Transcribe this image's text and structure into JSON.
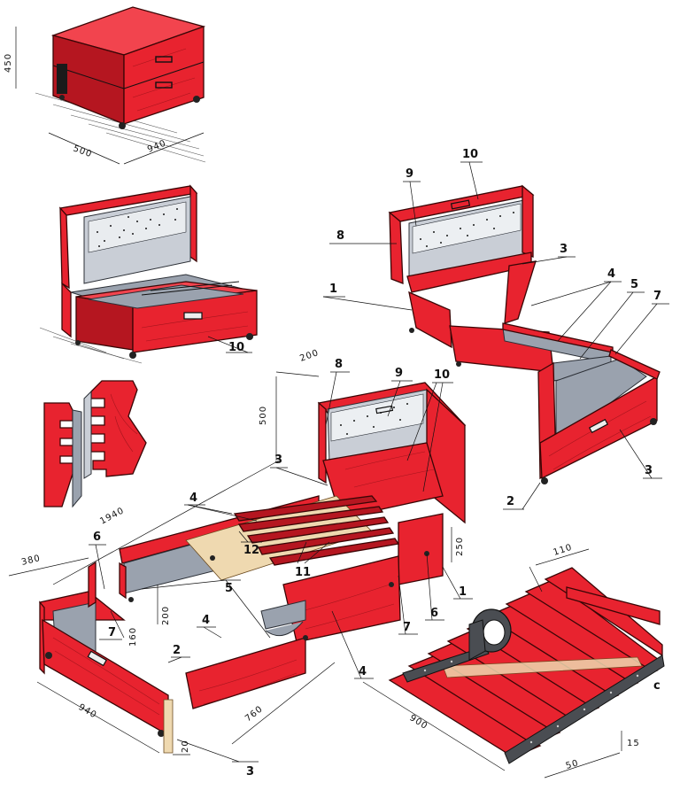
{
  "callouts": {
    "c1a": "1",
    "c1b": "1",
    "c2a": "2",
    "c2b": "2",
    "c3a": "3",
    "c3b": "3",
    "c3c": "3",
    "c3d": "3",
    "c4a": "4",
    "c4b": "4",
    "c4c": "4",
    "c4d": "4",
    "c5a": "5",
    "c5b": "5",
    "c6a": "6",
    "c6b": "6",
    "c7a": "7",
    "c7b": "7",
    "c7c": "7",
    "c8a": "8",
    "c8b": "8",
    "c9a": "9",
    "c9b": "9",
    "c10a": "10",
    "c10b": "10",
    "c10c": "10",
    "c11": "11",
    "c12": "12",
    "cc": "c"
  },
  "dimensions": {
    "d450": "450",
    "d500a": "500",
    "d940a": "940",
    "d200a": "200",
    "d500b": "500",
    "d1940": "1940",
    "d380": "380",
    "d200b": "200",
    "d160": "160",
    "d250": "250",
    "d940b": "940",
    "d760": "760",
    "d20": "20",
    "d110": "110",
    "d900": "900",
    "d50": "50",
    "d15": "15"
  },
  "colors": {
    "body_red": "#e8232f",
    "shadow_red": "#b51620",
    "lining_grey": "#9aa2ae",
    "slat_wood": "#efd9b0"
  }
}
